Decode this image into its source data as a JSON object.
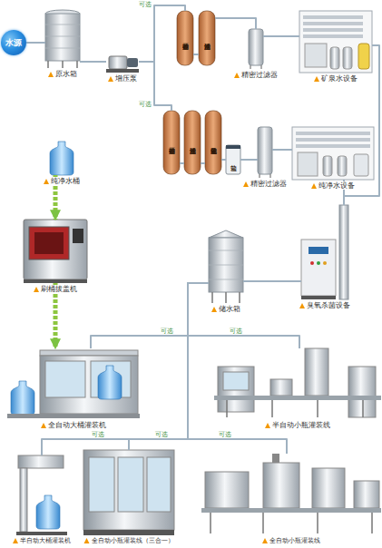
{
  "diagram": {
    "nodes": [
      {
        "text": [
          "水源"
        ]
      },
      {
        "text": [
          "原水箱"
        ]
      },
      {
        "text": [
          "增压泵"
        ]
      },
      {
        "text": [
          "石英砂过滤器"
        ]
      },
      {
        "text": [
          "活性炭过滤器"
        ]
      },
      {
        "text": [
          "精密过滤器"
        ]
      },
      {
        "text": [
          "矿泉水设备"
        ]
      },
      {
        "text": [
          "石英砂过滤器"
        ]
      },
      {
        "text": [
          "活性炭过滤器"
        ]
      },
      {
        "text": [
          "离子软化过滤器"
        ]
      },
      {
        "text": [
          "盐箱"
        ]
      },
      {
        "text": [
          "精密过滤器"
        ]
      },
      {
        "text": [
          "纯净水设备"
        ]
      },
      {
        "text": [
          "纯净水桶"
        ]
      },
      {
        "text": [
          "刷桶拔盖机"
        ]
      },
      {
        "text": [
          "储水箱"
        ]
      },
      {
        "text": [
          "臭氧杀菌设备"
        ]
      },
      {
        "text": [
          "全自动大桶灌装机"
        ]
      },
      {
        "text": [
          "半自动小瓶灌装线"
        ]
      },
      {
        "text": [
          "半自动大桶灌装机"
        ]
      },
      {
        "text": [
          "全自动小瓶灌装线（三合一）"
        ]
      },
      {
        "text": [
          "全自动小瓶灌装线"
        ]
      }
    ],
    "edges": [
      {
        "from": 0,
        "to": 1,
        "arrow": "none"
      },
      {
        "from": 1,
        "to": 2,
        "arrow": "none"
      },
      {
        "from": 2,
        "to": 3,
        "label": "可选",
        "arrow": "none"
      },
      {
        "from": 3,
        "to": 4,
        "arrow": "none"
      },
      {
        "from": 4,
        "to": 5,
        "arrow": "none"
      },
      {
        "from": 5,
        "to": 6,
        "arrow": "none"
      },
      {
        "from": 2,
        "to": 7,
        "label": "可选",
        "arrow": "none"
      },
      {
        "from": 7,
        "to": 8,
        "arrow": "none"
      },
      {
        "from": 8,
        "to": 9,
        "arrow": "none"
      },
      {
        "from": 9,
        "to": 10,
        "arrow": "none"
      },
      {
        "from": 10,
        "to": 11,
        "arrow": "none"
      },
      {
        "from": 11,
        "to": 12,
        "arrow": "none"
      },
      {
        "from": 6,
        "to": 16,
        "arrow": "none"
      },
      {
        "from": 12,
        "to": 16,
        "arrow": "none"
      },
      {
        "from": 16,
        "to": 15,
        "arrow": "none"
      },
      {
        "from": 15,
        "to": 17,
        "label": "可选",
        "arrow": "none"
      },
      {
        "from": 15,
        "to": 18,
        "label": "可选",
        "arrow": "none"
      },
      {
        "from": 15,
        "to": 19,
        "label": "可选",
        "arrow": "none"
      },
      {
        "from": 15,
        "to": 20,
        "label": "可选",
        "arrow": "none"
      },
      {
        "from": 15,
        "to": 21,
        "label": "可选",
        "arrow": "none"
      },
      {
        "from": 13,
        "to": 14,
        "arrow": "to"
      },
      {
        "from": 14,
        "to": 17,
        "arrow": "to"
      }
    ]
  }
}
